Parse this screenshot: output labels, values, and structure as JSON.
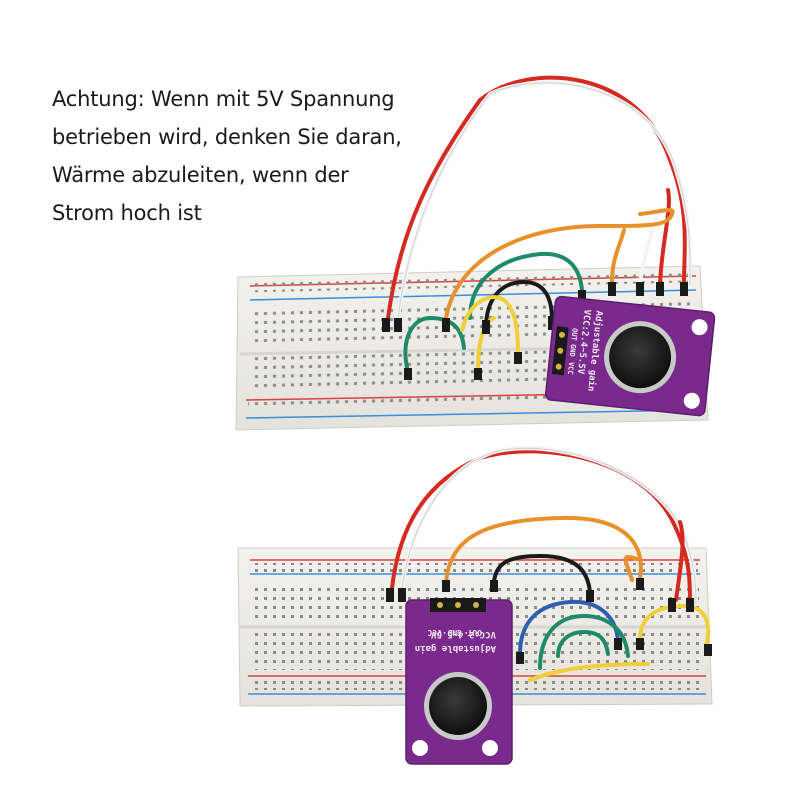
{
  "warning": {
    "lines": [
      "Achtung: Wenn mit 5V Spannung",
      "betrieben wird, denken Sie daran,",
      "Wärme abzuleiten, wenn der",
      "Strom hoch ist"
    ]
  },
  "module": {
    "voltage_label": "VCC:2.4~5.5V",
    "gain_label": "Adjustable gain",
    "pins": [
      "OUT",
      "GND",
      "VCC"
    ]
  },
  "colors": {
    "breadboard": "#ecebe6",
    "rail_red": "#d9433a",
    "rail_blue": "#3a8fd6",
    "module_pcb": "#7a2a8c",
    "wire_red": "#d42a22",
    "wire_white": "#f4f4f4",
    "wire_orange": "#e8902a",
    "wire_green": "#1f8a6a",
    "wire_yellow": "#f0cf3a",
    "wire_black": "#1a1a1a",
    "wire_blue": "#2c5fb0"
  }
}
